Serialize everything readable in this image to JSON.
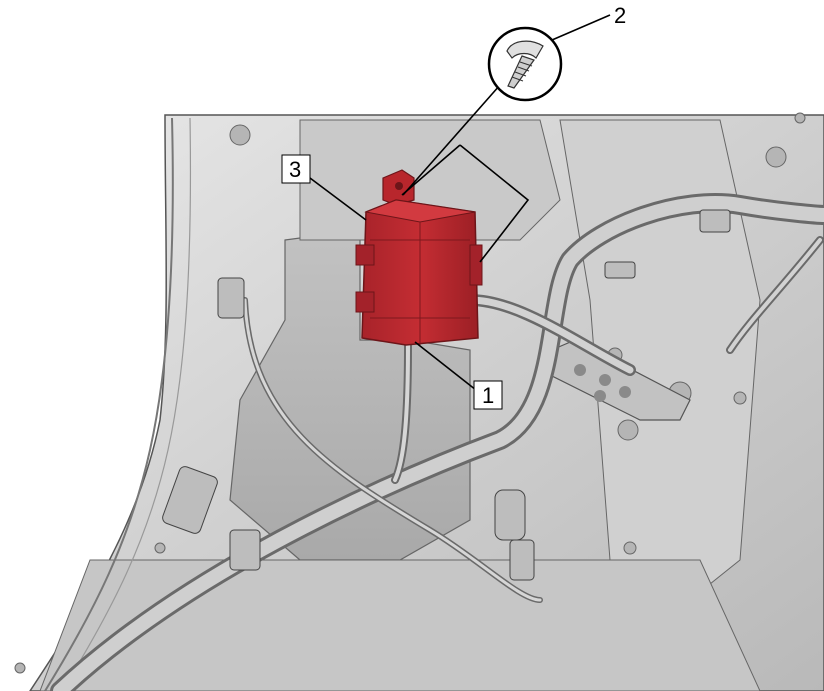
{
  "callouts": [
    {
      "id": "1",
      "label": "1"
    },
    {
      "id": "2",
      "label": "2"
    },
    {
      "id": "3",
      "label": "3"
    }
  ],
  "colors": {
    "highlight": "#c0282e",
    "highlight_dark": "#8e1b1f",
    "body": "#d4d4d4",
    "body_dark": "#a8a8a8",
    "outline": "#4a4a4a"
  }
}
